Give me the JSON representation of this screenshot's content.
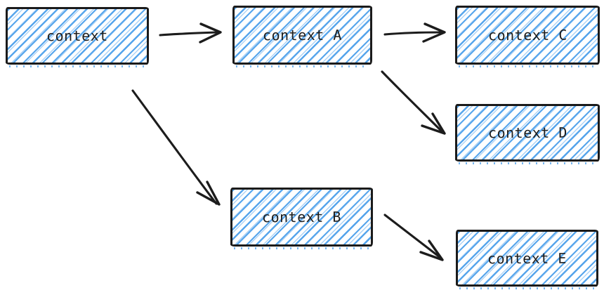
{
  "diagram": {
    "style": "hand-drawn-sketch",
    "colors": {
      "background": "#ffffff",
      "stroke": "#1c1c1c",
      "hatch_fill": "#4a9eea"
    },
    "nodes": [
      {
        "id": "root",
        "label": "context"
      },
      {
        "id": "a",
        "label": "context A"
      },
      {
        "id": "b",
        "label": "context B"
      },
      {
        "id": "c",
        "label": "context C"
      },
      {
        "id": "d",
        "label": "context D"
      },
      {
        "id": "e",
        "label": "context E"
      }
    ],
    "edges": [
      {
        "from": "context",
        "to": "context A"
      },
      {
        "from": "context",
        "to": "context B"
      },
      {
        "from": "context A",
        "to": "context C"
      },
      {
        "from": "context A",
        "to": "context D"
      },
      {
        "from": "context B",
        "to": "context E"
      }
    ]
  }
}
